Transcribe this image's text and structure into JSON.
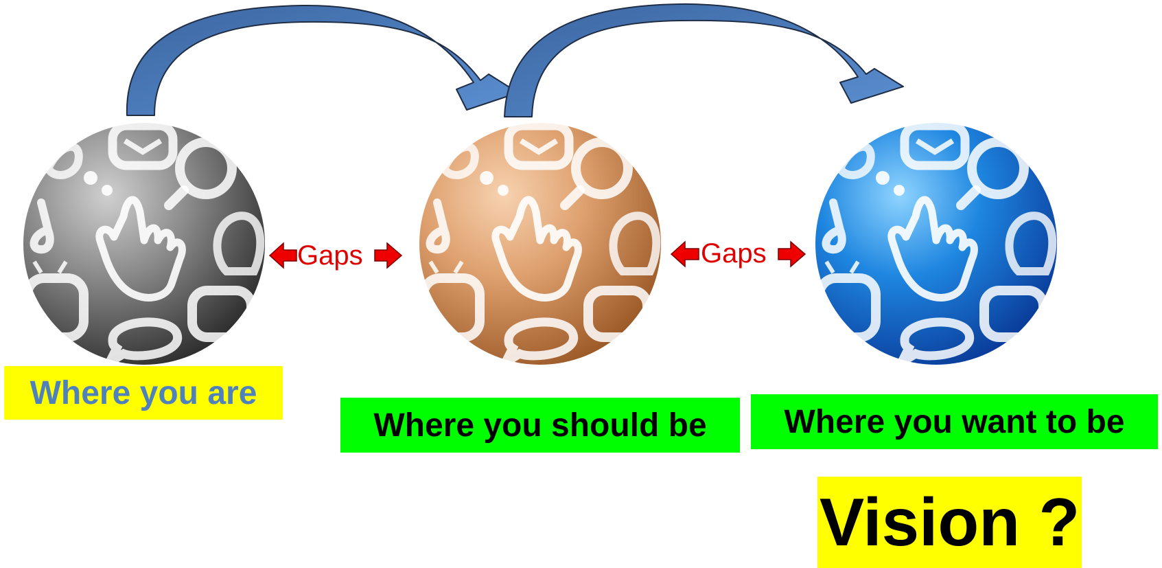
{
  "colors": {
    "arrow_fill": "#4f81bd",
    "arrow_stroke": "#1f2d45",
    "gap_text": "#e00000",
    "gap_arrow": "#ee0000",
    "label_yellow": "#ffff00",
    "label_green": "#00ff00",
    "label_blue_text": "#4f81bd",
    "label_black_text": "#000000",
    "sphere_gray": "#808080",
    "sphere_orange": "#e0a070",
    "sphere_blue": "#1f78d0"
  },
  "spheres": [
    {
      "state": "current",
      "color": "gray",
      "icon": "hand-pointer-icon"
    },
    {
      "state": "should",
      "color": "orange",
      "icon": "hand-pointer-icon"
    },
    {
      "state": "want",
      "color": "blue",
      "icon": "hand-pointer-icon"
    }
  ],
  "gaps": [
    {
      "label": "Gaps"
    },
    {
      "label": "Gaps"
    }
  ],
  "labels": {
    "current": "Where you are",
    "should": "Where you should be",
    "want": "Where you want to be"
  },
  "vision": "Vision ?"
}
